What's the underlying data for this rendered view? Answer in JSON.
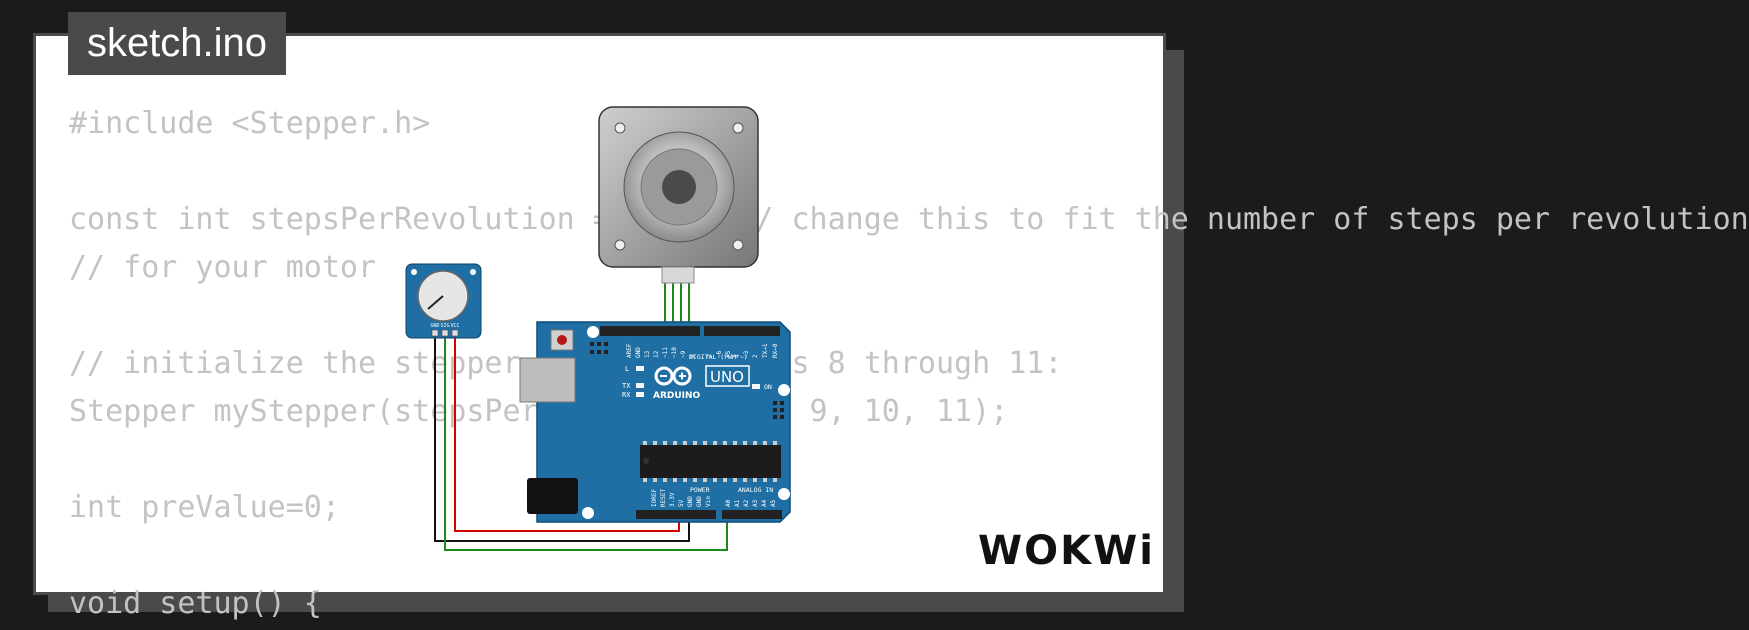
{
  "sketch_tab": {
    "title": "sketch.ino"
  },
  "code_lines": [
    "#include <Stepper.h>",
    "",
    "const int stepsPerRevolution = 200;  // change this to fit the number of steps per revolution",
    "// for your motor",
    "",
    "// initialize the stepper library on pins 8 through 11:",
    "Stepper myStepper(stepsPerRevolution, 8, 9, 10, 11);",
    "",
    "int preValue=0;",
    "",
    "void setup() {"
  ],
  "arduino": {
    "model": "UNO",
    "brand": "ARDUINO",
    "digital_header": "DIGITAL (PWM ~)",
    "power_header": "POWER",
    "analog_header": "ANALOG IN",
    "on_label": "ON",
    "led_l": "L",
    "led_tx": "TX",
    "led_rx": "RX",
    "digital_pins": [
      "AREF",
      "GND",
      "13",
      "12",
      "~11",
      "~10",
      "~9",
      "8",
      "7",
      "~6",
      "~5",
      "4",
      "~3",
      "2",
      "TX→1",
      "RX←0"
    ],
    "power_pins": [
      "IOREF",
      "RESET",
      "3.3V",
      "5V",
      "GND",
      "GND",
      "Vin"
    ],
    "analog_pins": [
      "A0",
      "A1",
      "A2",
      "A3",
      "A4",
      "A5"
    ]
  },
  "potentiometer": {
    "pins": [
      "GND",
      "SIG",
      "VCC"
    ]
  },
  "branding": {
    "logo_text": "WOKWi"
  },
  "colors": {
    "board": "#1f6fa5",
    "wire_green": "#1a8a1a",
    "wire_red": "#d40000",
    "wire_black": "#111111",
    "code_text": "#c3c3c3",
    "frame": "#4a4a4a"
  }
}
